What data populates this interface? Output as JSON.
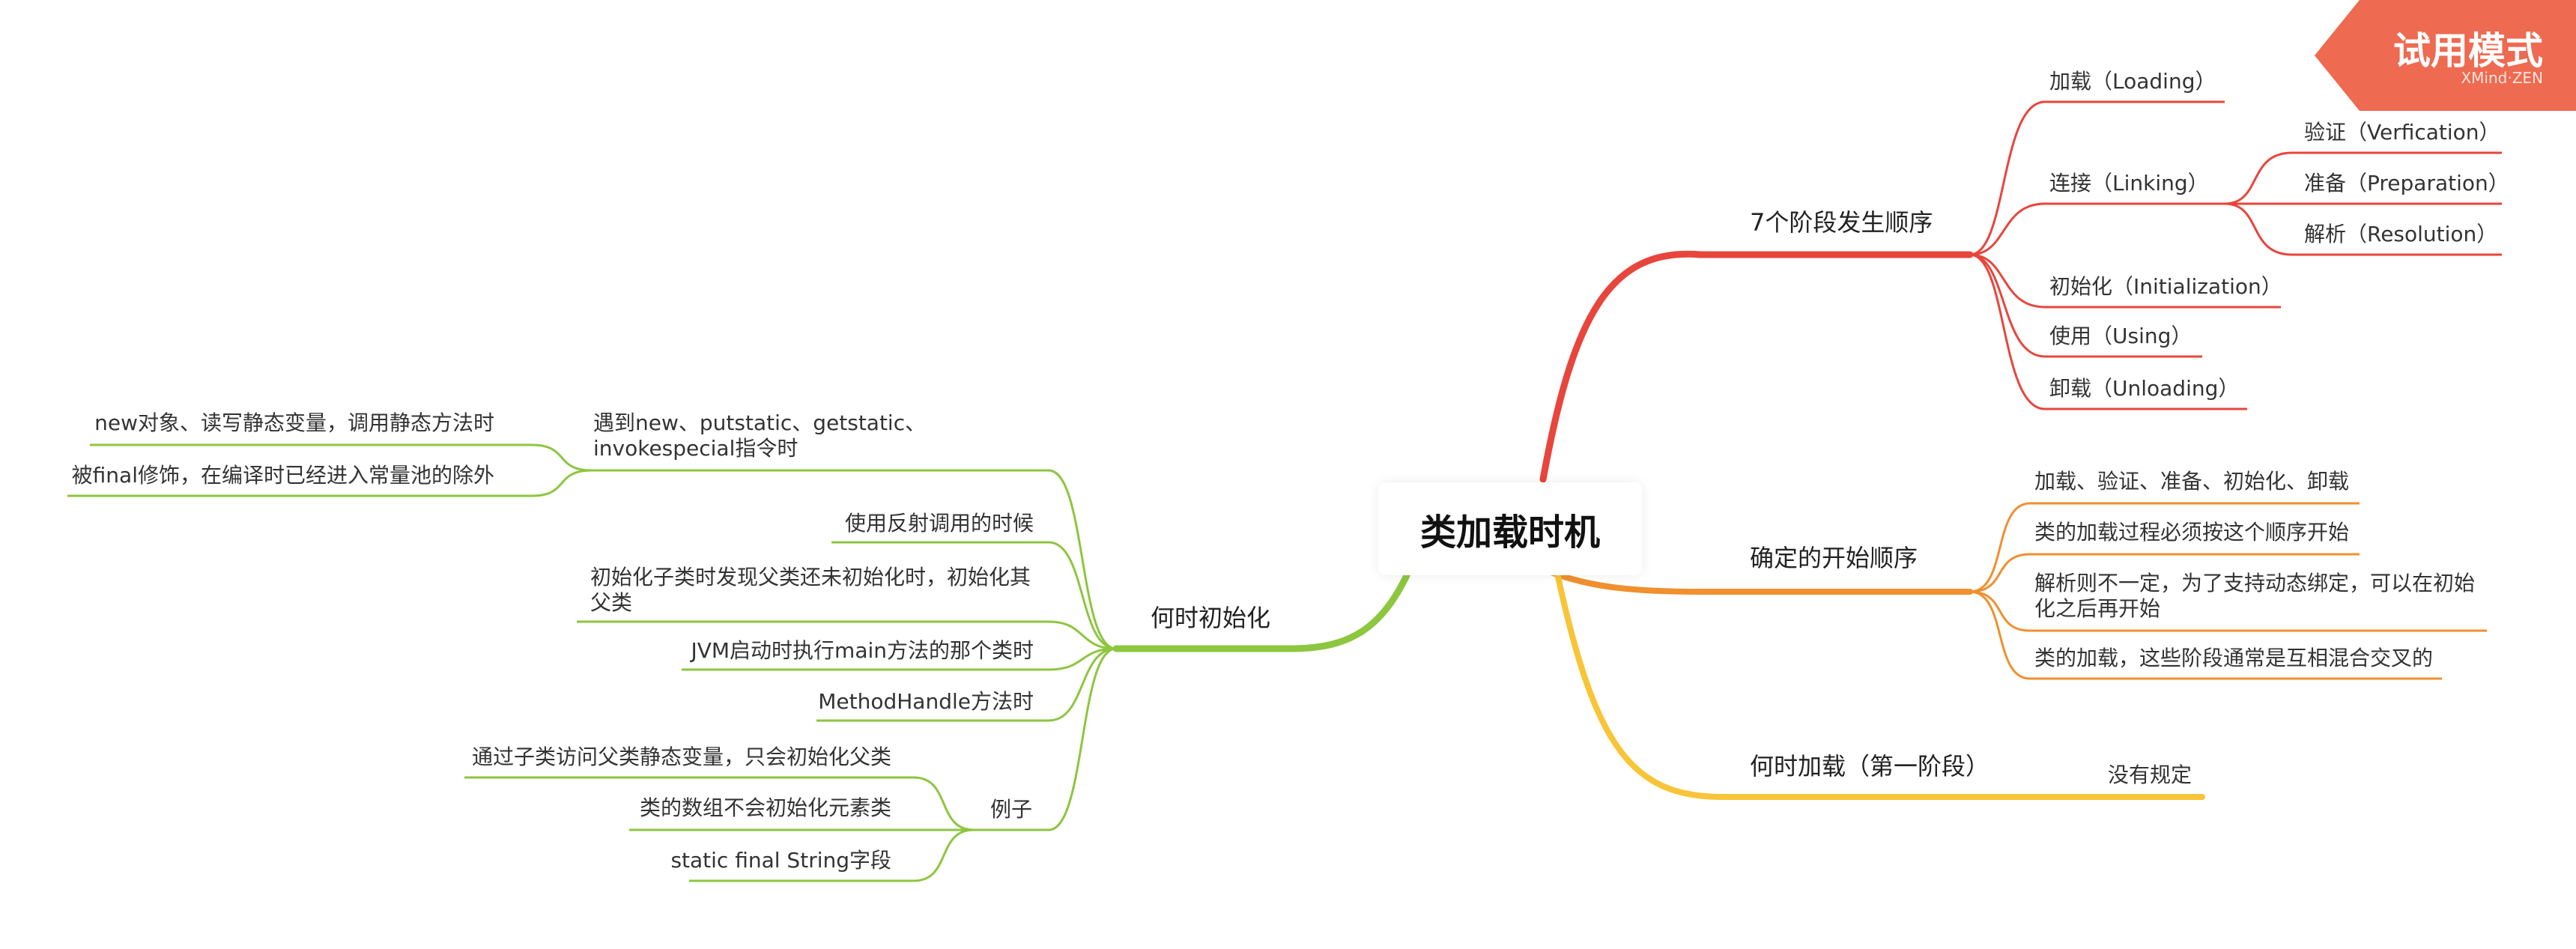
{
  "root": {
    "label": "类加载时机"
  },
  "watermark": {
    "title": "试用模式",
    "brand": "XMind·ZEN",
    "color": "#ee6a50"
  },
  "colors": {
    "red": "#e8453c",
    "orange": "#f0902e",
    "yellow": "#f7c537",
    "green": "#8dc63f"
  },
  "branches": {
    "stages": {
      "label": "7个阶段发生顺序",
      "children": {
        "loading": "加载（Loading）",
        "linking": {
          "label": "连接（Linking）",
          "children": {
            "verification": "验证（Verfication）",
            "preparation": "准备（Preparation）",
            "resolution": "解析（Resolution）"
          }
        },
        "initialization": "初始化（Initialization）",
        "using": "使用（Using）",
        "unloading": "卸载（Unloading）"
      }
    },
    "start_order": {
      "label": "确定的开始顺序",
      "children": {
        "c1": "加载、验证、准备、初始化、卸载",
        "c2": "类的加载过程必须按这个顺序开始",
        "c3": "解析则不一定，为了支持动态绑定，可以在初始化之后再开始",
        "c4": "类的加载，这些阶段通常是互相混合交叉的"
      }
    },
    "when_load": {
      "label": "何时加载（第一阶段）",
      "children": {
        "c1": "没有规定"
      }
    },
    "when_init": {
      "label": "何时初始化",
      "children": {
        "new_case": {
          "label": "遇到new、putstatic、getstatic、invokespecial指令时",
          "children": {
            "c1": "new对象、读写静态变量，调用静态方法时",
            "c2": "被final修饰，在编译时已经进入常量池的除外"
          }
        },
        "reflection": "使用反射调用的时候",
        "parent": "初始化子类时发现父类还未初始化时，初始化其父类",
        "jvm_main": "JVM启动时执行main方法的那个类时",
        "method_handle": "MethodHandle方法时",
        "examples": {
          "label": "例子",
          "children": {
            "c1": "通过子类访问父类静态变量，只会初始化父类",
            "c2": "类的数组不会初始化元素类",
            "c3": "static final String字段"
          }
        }
      }
    }
  }
}
